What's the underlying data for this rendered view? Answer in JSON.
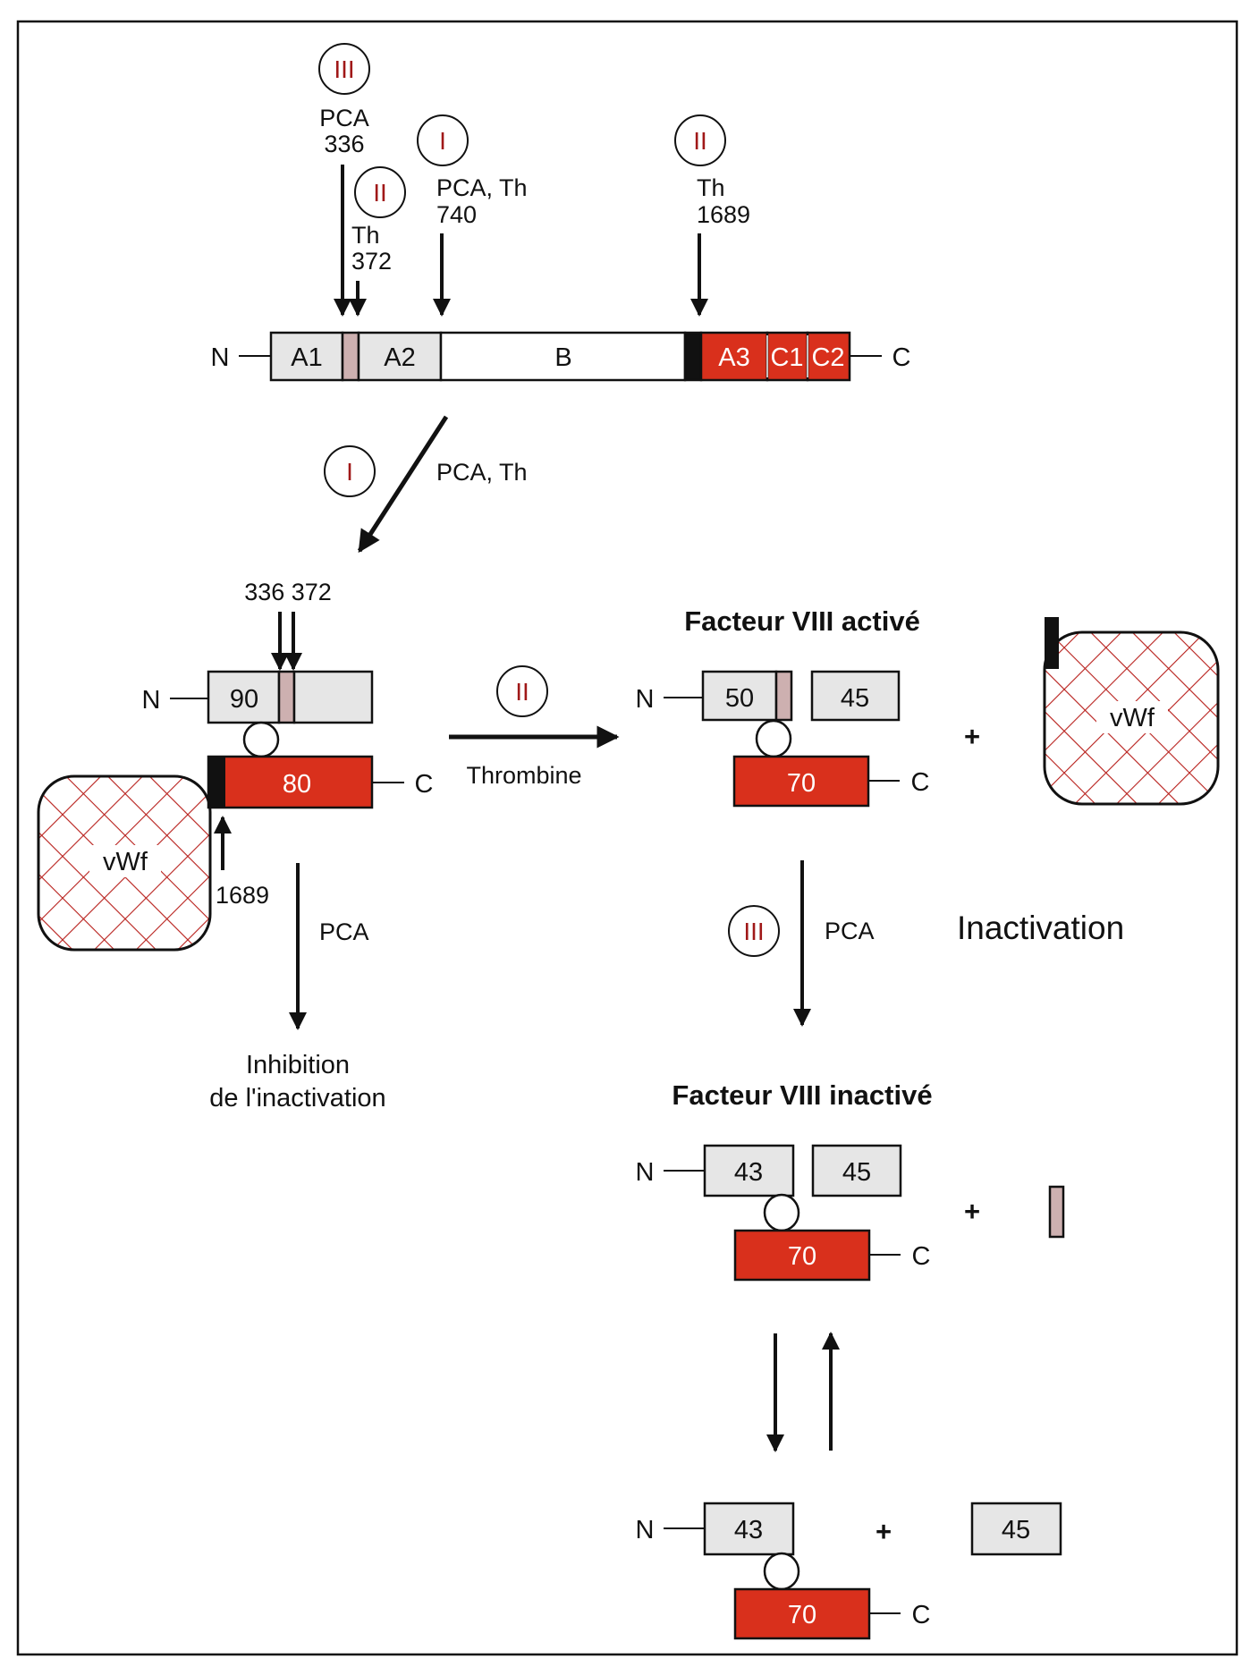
{
  "colors": {
    "light_chain_red": "#d9301c",
    "heavy_chain_gray": "#e6e6e6",
    "acidic_region_pink": "#cdb0b0",
    "vwf_hatch_red": "#b8201c",
    "roman_numeral_red": "#a01818",
    "line_black": "#111111"
  },
  "top_cleavage_sites": [
    {
      "step": "III",
      "enzyme": "PCA",
      "residue": "336"
    },
    {
      "step": "II",
      "enzyme": "Th",
      "residue": "372"
    },
    {
      "step": "I",
      "enzyme": "PCA, Th",
      "residue": "740"
    },
    {
      "step": "II",
      "enzyme": "Th",
      "residue": "1689"
    }
  ],
  "domain_bar": {
    "n_label": "N",
    "c_label": "C",
    "domains": [
      "A1",
      "A2",
      "B",
      "A3",
      "C1",
      "C2"
    ]
  },
  "step1": {
    "step": "I",
    "enzymes": "PCA, Th"
  },
  "heterodimer": {
    "sites_label": "336  372",
    "heavy_chain": "90",
    "light_chain": "80",
    "n_label": "N",
    "c_label": "C",
    "vwf_label": "vWf",
    "vwf_site": "1689"
  },
  "thrombin_step": {
    "step": "II",
    "label": "Thrombine"
  },
  "inhibition_step": {
    "enzyme": "PCA",
    "result_line1": "Inhibition",
    "result_line2": "de l'inactivation"
  },
  "activated": {
    "title": "Facteur VIII activé",
    "heavy_a1": "50",
    "heavy_a2": "45",
    "light_chain": "70",
    "n_label": "N",
    "c_label": "C",
    "plus": "+",
    "vwf_label": "vWf"
  },
  "inactivation_step": {
    "step": "III",
    "enzyme": "PCA",
    "label": "Inactivation"
  },
  "inactivated": {
    "title": "Facteur VIII inactivé",
    "heavy_a1": "43",
    "heavy_a2": "45",
    "light_chain": "70",
    "n_label": "N",
    "c_label": "C",
    "plus": "+"
  },
  "dissociated": {
    "heavy_a1": "43",
    "light_chain": "70",
    "free_a2": "45",
    "n_label": "N",
    "c_label": "C",
    "plus": "+"
  }
}
